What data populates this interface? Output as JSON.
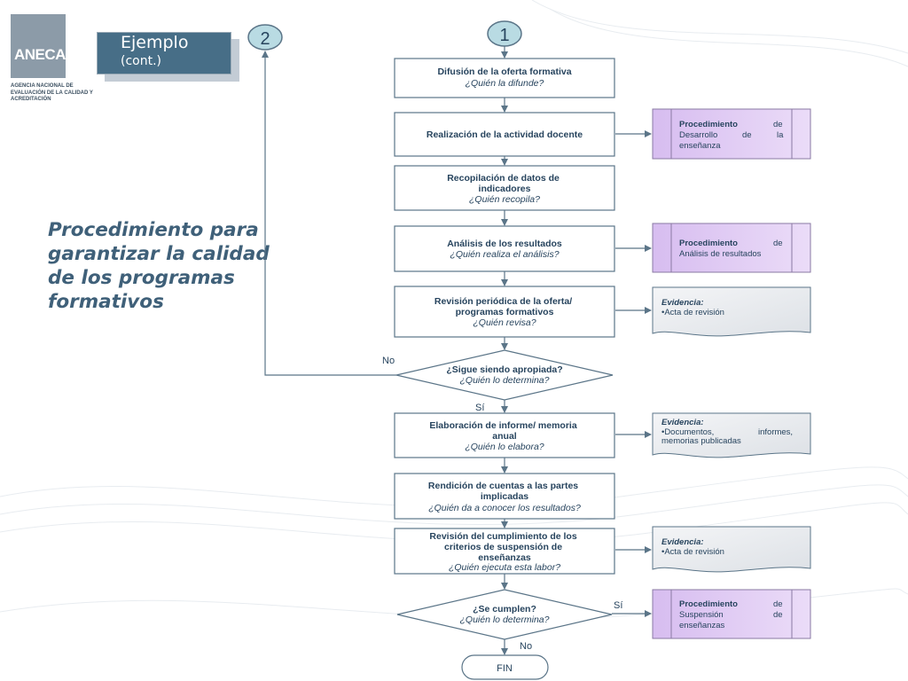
{
  "logo": {
    "text": "ANECA",
    "subtitle": "AGENCIA NACIONAL DE EVALUACIÓN DE LA CALIDAD Y ACREDITACIÓN"
  },
  "example_box": {
    "title": "Ejemplo",
    "subtitle": "(cont.)"
  },
  "heading": "Procedimiento para garantizar la calidad de los programas formativos",
  "connectors": {
    "one": "1",
    "two": "2"
  },
  "steps": [
    {
      "title": "Difusión de la oferta formativa",
      "question": "¿Quién la difunde?"
    },
    {
      "title": "Realización de la actividad docente",
      "question": ""
    },
    {
      "title": "Recopilación de datos de indicadores",
      "question": "¿Quién recopila?"
    },
    {
      "title": "Análisis de los resultados",
      "question": "¿Quién realiza el análisis?"
    },
    {
      "title": "Revisión periódica de la oferta/ programas formativos",
      "question": "¿Quién revisa?"
    },
    {
      "title": "Elaboración de informe/ memoria anual",
      "question": "¿Quién lo elabora?"
    },
    {
      "title": "Rendición de cuentas a las partes implicadas",
      "question": "¿Quién da a conocer los resultados?"
    },
    {
      "title": "Revisión del cumplimiento de los criterios de suspensión de enseñanzas",
      "question": "¿Quién ejecuta esta labor?"
    }
  ],
  "decisions": [
    {
      "title": "¿Sigue siendo apropiada?",
      "question": "¿Quién lo determina?",
      "no_label": "No",
      "yes_label": "Sí"
    },
    {
      "title": "¿Se cumplen?",
      "question": "¿Quién lo determina?",
      "no_label": "No",
      "yes_label": "Sí"
    }
  ],
  "procedures": [
    {
      "label": "Procedimiento de Desarrollo de la enseñanza"
    },
    {
      "label": "Procedimiento de Análisis de resultados"
    },
    {
      "label": "Procedimiento de Suspensión de enseñanzas"
    }
  ],
  "evidences": [
    {
      "title": "Evidencia:",
      "item": "•Acta de revisión"
    },
    {
      "title": "Evidencia:",
      "item": "•Documentos, informes, memorias publicadas"
    },
    {
      "title": "Evidencia:",
      "item": "•Acta de revisión"
    }
  ],
  "end_label": "FIN",
  "colors": {
    "box_border": "#5b7588",
    "title_text": "#27445e",
    "arrow": "#5b7588",
    "procedure_fill": "#dcc5ef",
    "procedure_tab": "#cfb3e9",
    "evidence_fill": "#eef0f3"
  }
}
